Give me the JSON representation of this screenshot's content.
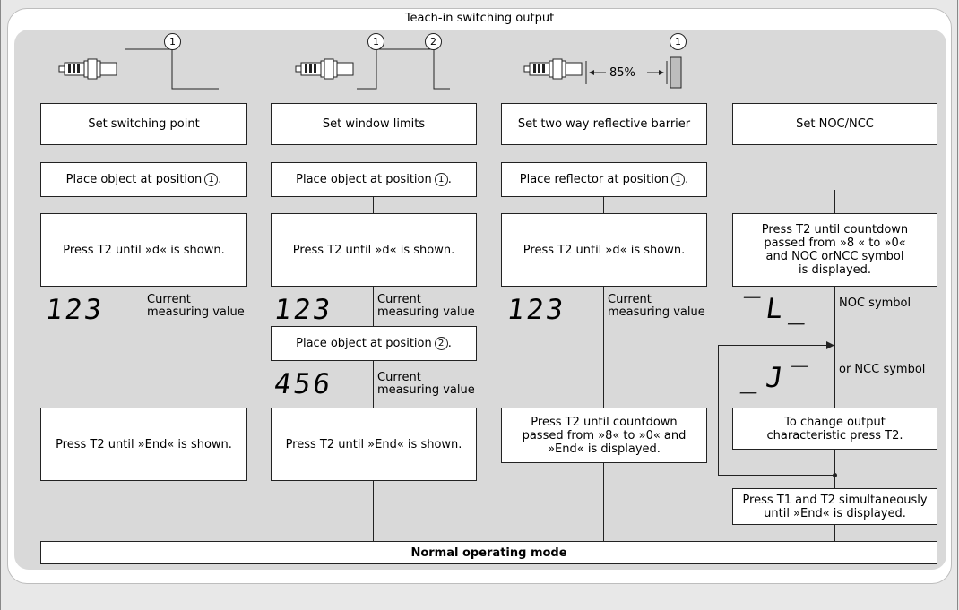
{
  "title": "Teach-in switching output",
  "columns": [
    {
      "header": "Set switching point",
      "position_markers": [
        "1"
      ],
      "step1": "Place object at position",
      "step1_marker": "1",
      "step1_suffix": ".",
      "step2": "Press T2 until »d« is shown.",
      "display1": "123",
      "display1_label_line1": "Current",
      "display1_label_line2": "measuring value",
      "step_end": "Press T2 until »End« is shown."
    },
    {
      "header": "Set window limits",
      "position_markers": [
        "1",
        "2"
      ],
      "step1": "Place object at position",
      "step1_marker": "1",
      "step1_suffix": ".",
      "step2": "Press T2 until »d« is shown.",
      "display1": "123",
      "display1_label_line1": "Current",
      "display1_label_line2": "measuring value",
      "step3": "Place object at position",
      "step3_marker": "2",
      "step3_suffix": ".",
      "display2": "456",
      "display2_label_line1": "Current",
      "display2_label_line2": "measuring value",
      "step_end": "Press T2 until »End« is shown."
    },
    {
      "header": "Set two way reflective barrier",
      "position_markers": [
        "1"
      ],
      "distance_label": "85%",
      "step1": "Place reflector at position",
      "step1_marker": "1",
      "step1_suffix": ".",
      "step2": "Press T2 until »d« is shown.",
      "display1": "123",
      "display1_label_line1": "Current",
      "display1_label_line2": "measuring value",
      "step_end_line1": "Press T2 until countdown",
      "step_end_line2": "passed from »8« to »0« and",
      "step_end_line3": "»End« is displayed."
    },
    {
      "header": "Set NOC/NCC",
      "step1_line1": "Press T2 until countdown",
      "step1_line2": "passed from »8 « to »0«",
      "step1_line3": "and NOC orNCC symbol",
      "step1_line4": "is displayed.",
      "noc_display": "‾L_",
      "noc_label": "NOC symbol",
      "ncc_display": "_J‾",
      "ncc_label": "or NCC symbol",
      "step2_line1": "To change output",
      "step2_line2": "characteristic press T2.",
      "step_end_line1": "Press T1 and T2 simultaneously",
      "step_end_line2": "until »End« is displayed."
    }
  ],
  "footer": "Normal operating mode"
}
